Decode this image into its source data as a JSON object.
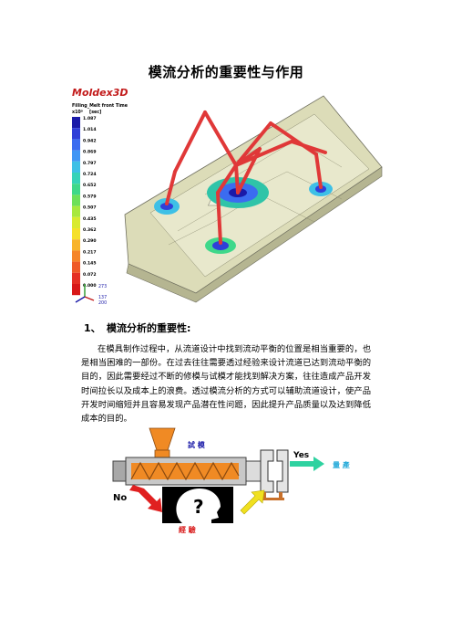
{
  "document": {
    "title": "模流分析的重要性与作用",
    "section": {
      "number": "1、",
      "heading": "模流分析的重要性:",
      "paragraph": "在模具制作过程中，从流道设计中找到流动平衡的位置是相当重要的，也是相当困难的一部份。在过去往往需要透过经验来设计流道已达到流动平衡的目的，因此需要经过不断的修模与试模才能找到解决方案，往往造成产品开发时间拉长以及成本上的浪费。透过模流分析的方式可以辅助流道设计，使产品开发时间缩短并且容易发现产品潜在性问题，因此提升产品质量以及达到降低成本的目的。"
    }
  },
  "simulation_figure": {
    "logo": "Moldex3D",
    "result_name": "Filling_Melt front Time",
    "scale_exponent": "x10⁰",
    "unit": "[sec]",
    "legend_values": [
      "1.087",
      "1.014",
      "0.942",
      "0.869",
      "0.797",
      "0.724",
      "0.652",
      "0.579",
      "0.507",
      "0.435",
      "0.362",
      "0.290",
      "0.217",
      "0.145",
      "0.072",
      "0.000"
    ],
    "legend_colors": [
      "#1a1aa8",
      "#2f3fd8",
      "#3b6cf0",
      "#3f95f5",
      "#3ec0e6",
      "#36d3b8",
      "#3fd88a",
      "#6ee05a",
      "#a8e83f",
      "#d8ea30",
      "#f5e02a",
      "#f8b42a",
      "#f5852a",
      "#ef5a28",
      "#e53024",
      "#d81818"
    ],
    "axis_labels": [
      "273",
      "137",
      "200"
    ]
  },
  "flow_figure": {
    "trial_label": "試 模",
    "yes_label": "Yes",
    "production_label": "量 產",
    "no_label": "No",
    "question_mark": "?",
    "experience_label": "經 驗"
  }
}
